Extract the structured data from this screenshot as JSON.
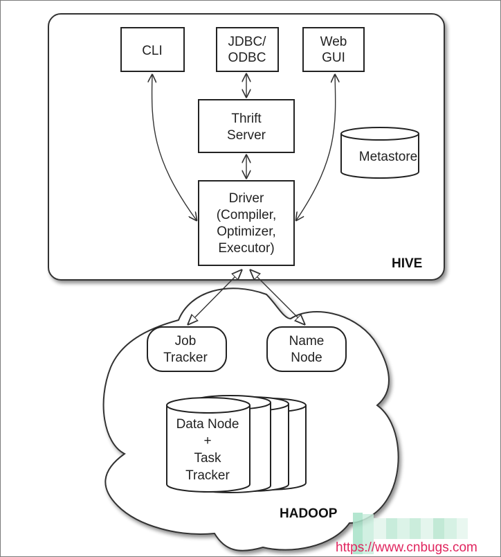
{
  "diagram": {
    "hive": {
      "label": "HIVE",
      "clients": [
        {
          "id": "cli",
          "lines": [
            "CLI"
          ]
        },
        {
          "id": "jdbc-odbc",
          "lines": [
            "JDBC/",
            "ODBC"
          ]
        },
        {
          "id": "web-gui",
          "lines": [
            "Web",
            "GUI"
          ]
        }
      ],
      "thrift_server": {
        "lines": [
          "Thrift",
          "Server"
        ]
      },
      "driver": {
        "lines": [
          "Driver",
          "(Compiler,",
          "Optimizer,",
          "Executor)"
        ]
      },
      "metastore": {
        "label": "Metastore"
      }
    },
    "hadoop": {
      "label": "HADOOP",
      "job_tracker": {
        "lines": [
          "Job",
          "Tracker"
        ]
      },
      "name_node": {
        "lines": [
          "Name",
          "Node"
        ]
      },
      "data_node": {
        "lines": [
          "Data Node",
          "+",
          "Task",
          "Tracker"
        ]
      }
    },
    "connections": [
      {
        "from": "CLI",
        "to": "Driver",
        "type": "bidirectional"
      },
      {
        "from": "JDBC/ODBC",
        "to": "Thrift Server",
        "type": "bidirectional"
      },
      {
        "from": "Thrift Server",
        "to": "Driver",
        "type": "bidirectional"
      },
      {
        "from": "Web GUI",
        "to": "Driver",
        "type": "bidirectional"
      },
      {
        "from": "Driver",
        "to": "Job Tracker",
        "type": "bidirectional"
      },
      {
        "from": "Driver",
        "to": "Name Node",
        "type": "bidirectional"
      }
    ]
  },
  "watermark": "https://www.cnbugs.com"
}
